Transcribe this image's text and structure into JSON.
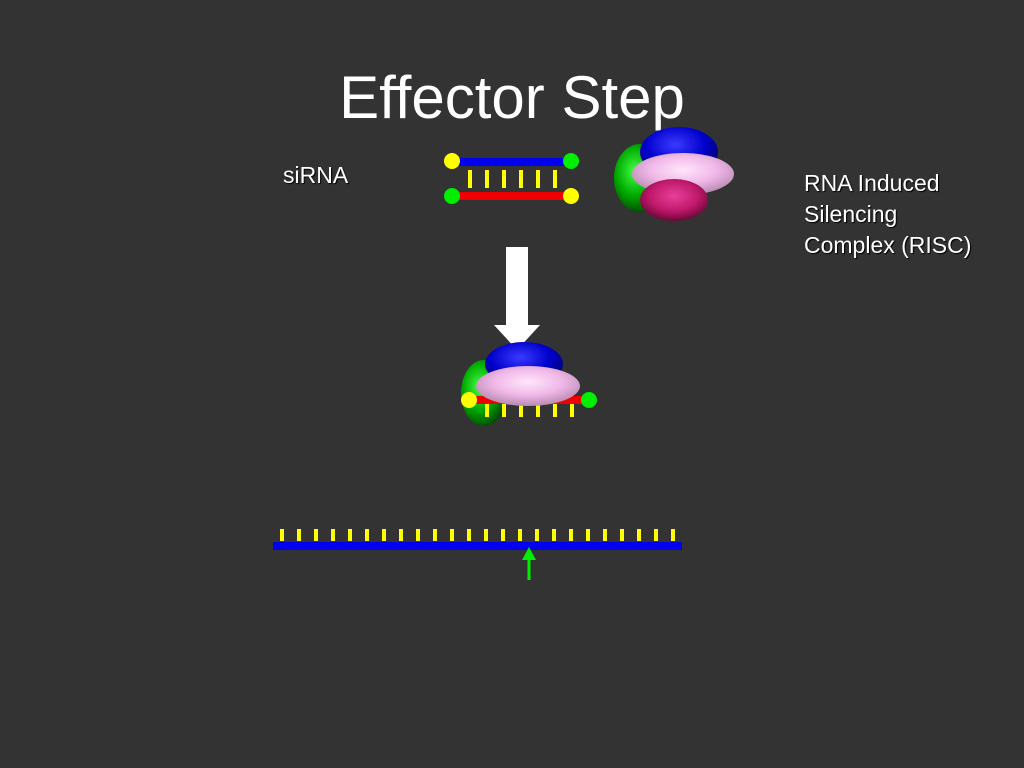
{
  "slide": {
    "title": "Effector Step",
    "sirna_label": "siRNA",
    "risc_label_lines": [
      "RNA Induced",
      "Silencing",
      "Complex (RISC)"
    ]
  },
  "colors": {
    "background": "#333333",
    "sense_strand": "#0000ee",
    "antisense_strand": "#ee0000",
    "base_pairs": "#ffff00",
    "end_5prime": "#ffff00",
    "end_3prime": "#00ee00",
    "risc_blue": "#0000cc",
    "risc_green": "#00aa00",
    "risc_pink": "#f0b8e8",
    "risc_magenta": "#c0186a",
    "arrow": "#ffffff",
    "cleavage_arrow": "#00ee00",
    "mrna": "#0000ee"
  }
}
